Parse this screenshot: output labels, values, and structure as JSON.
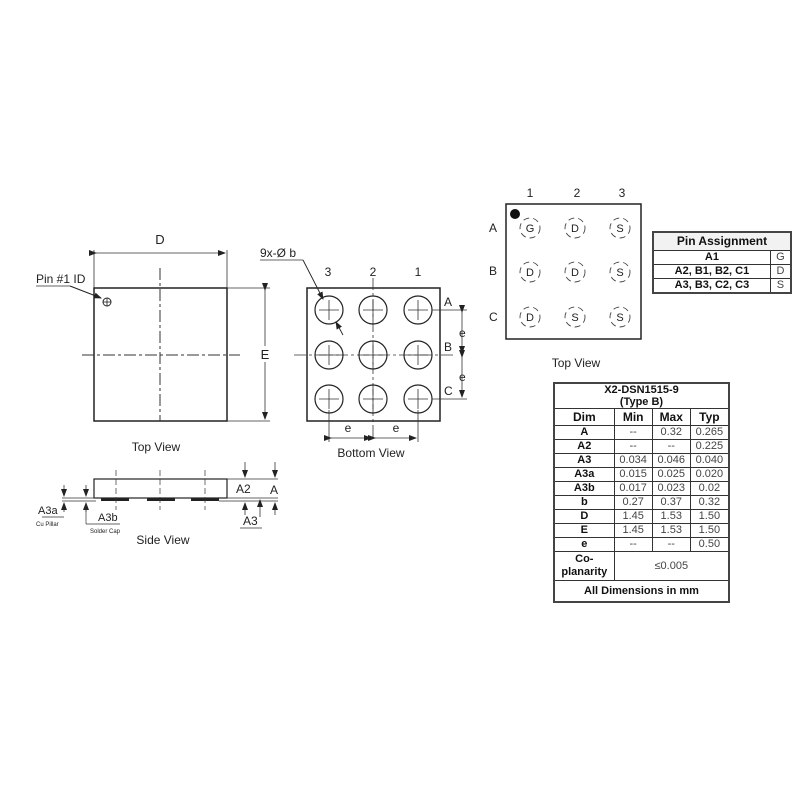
{
  "top_view_left": {
    "caption": "Top View",
    "dim_width_label": "D",
    "dim_height_label": "E",
    "pin1_label": "Pin #1  ID"
  },
  "bottom_view": {
    "caption": "Bottom View",
    "ball_callout": "9x-Ø b",
    "column_labels": [
      "3",
      "2",
      "1"
    ],
    "row_labels": [
      "A",
      "B",
      "C"
    ],
    "pitch_label": "e"
  },
  "side_view": {
    "caption": "Side View",
    "labels": {
      "a3a": "A3a",
      "cu_pillar": "Cu Pillar",
      "a3b": "A3b",
      "solder_cap": "Solder Cap",
      "a2": "A2",
      "a": "A",
      "a3": "A3"
    }
  },
  "top_view_right": {
    "caption": "Top View",
    "column_labels": [
      "1",
      "2",
      "3"
    ],
    "row_labels": [
      "A",
      "B",
      "C"
    ],
    "pins": [
      [
        "G",
        "D",
        "S"
      ],
      [
        "D",
        "D",
        "S"
      ],
      [
        "D",
        "S",
        "S"
      ]
    ]
  },
  "pin_assignment": {
    "title": "Pin Assignment",
    "rows": [
      {
        "pins": "A1",
        "signal": "G"
      },
      {
        "pins": "A2, B1,  B2, C1",
        "signal": "D"
      },
      {
        "pins": "A3, B3, C2, C3",
        "signal": "S"
      }
    ]
  },
  "dimensions_table": {
    "title_line1": "X2-DSN1515-9",
    "title_line2": "(Type B)",
    "headers": [
      "Dim",
      "Min",
      "Max",
      "Typ"
    ],
    "rows": [
      {
        "dim": "A",
        "min": "--",
        "max": "0.32",
        "typ": "0.265"
      },
      {
        "dim": "A2",
        "min": "--",
        "max": "--",
        "typ": "0.225"
      },
      {
        "dim": "A3",
        "min": "0.034",
        "max": "0.046",
        "typ": "0.040"
      },
      {
        "dim": "A3a",
        "min": "0.015",
        "max": "0.025",
        "typ": "0.020"
      },
      {
        "dim": "A3b",
        "min": "0.017",
        "max": "0.023",
        "typ": "0.02"
      },
      {
        "dim": "b",
        "min": "0.27",
        "max": "0.37",
        "typ": "0.32"
      },
      {
        "dim": "D",
        "min": "1.45",
        "max": "1.53",
        "typ": "1.50"
      },
      {
        "dim": "E",
        "min": "1.45",
        "max": "1.53",
        "typ": "1.50"
      },
      {
        "dim": "e",
        "min": "--",
        "max": "--",
        "typ": "0.50"
      }
    ],
    "coplanarity_label_1": "Co-",
    "coplanarity_label_2": "planarity",
    "coplanarity_value": "≤0.005",
    "footer": "All Dimensions in mm"
  }
}
